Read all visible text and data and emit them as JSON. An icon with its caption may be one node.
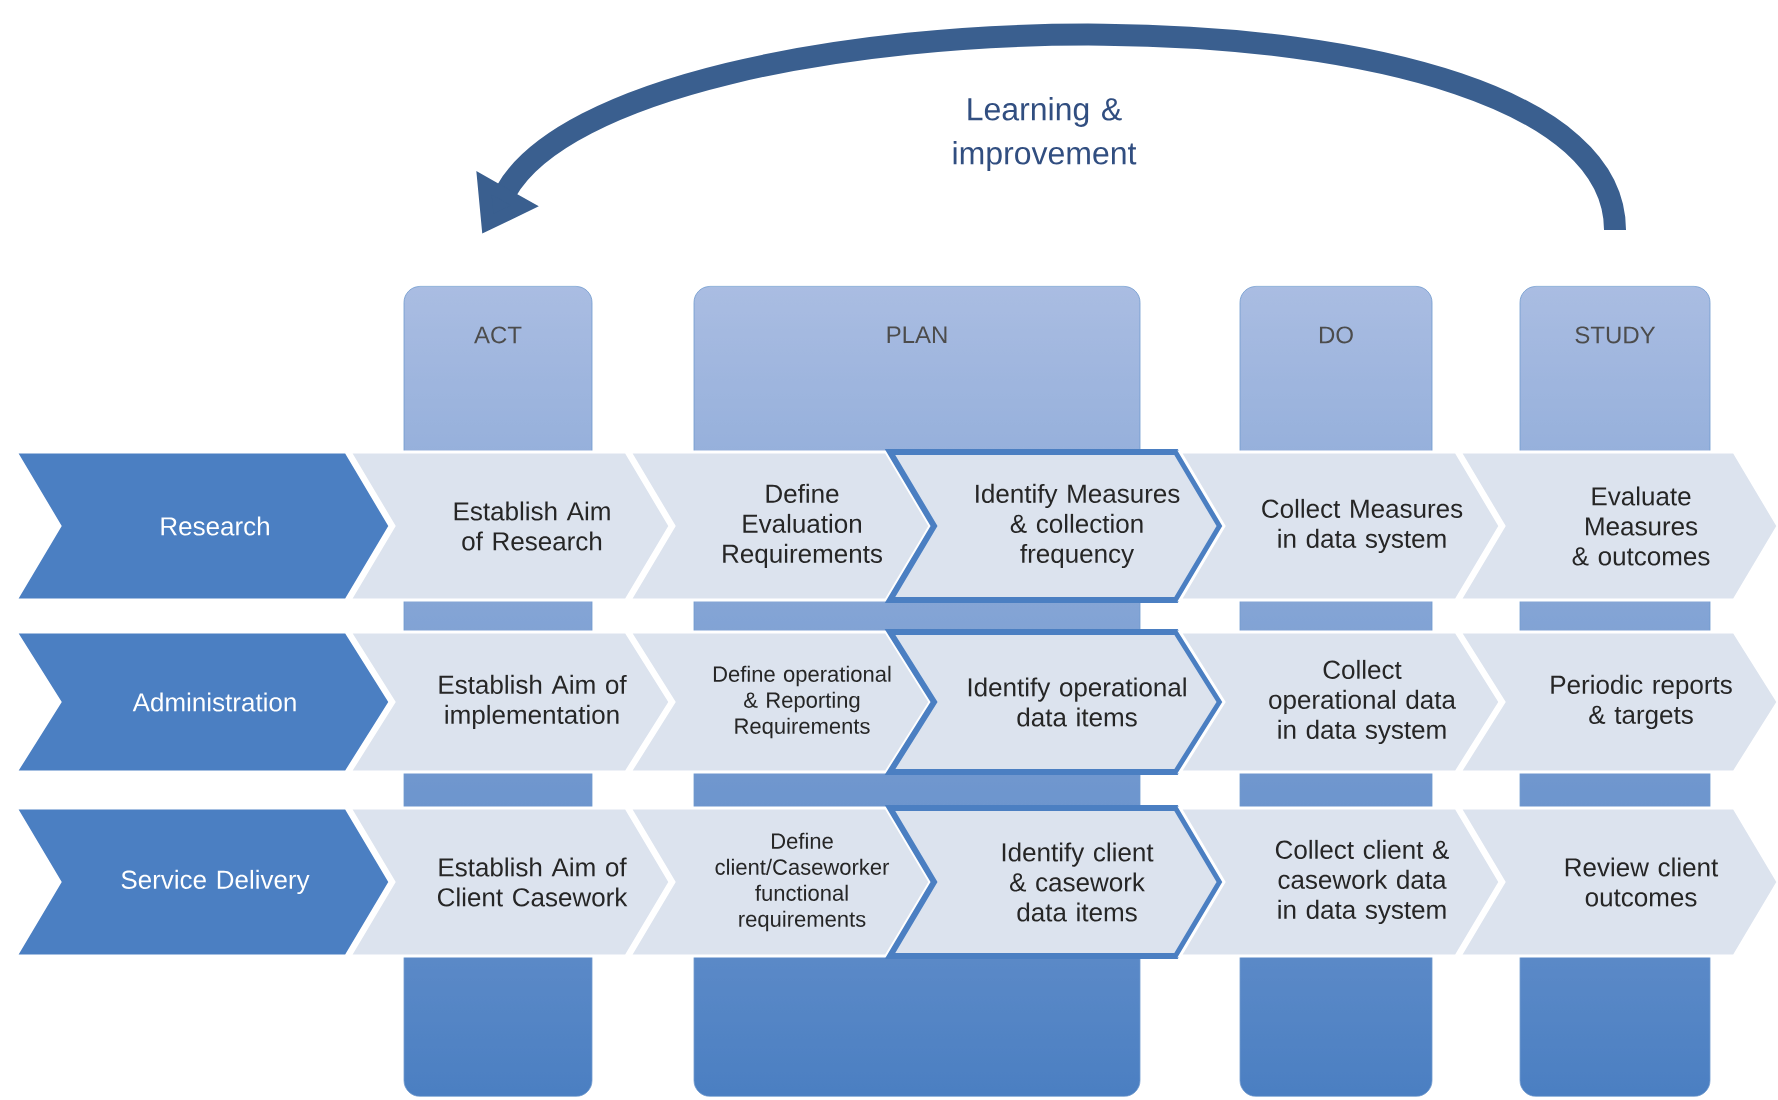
{
  "diagram": {
    "nodes": [
      {
        "text": [
          "ACT"
        ]
      },
      {
        "text": [
          "PLAN"
        ]
      },
      {
        "text": [
          "DO"
        ]
      },
      {
        "text": [
          "STUDY"
        ]
      },
      {
        "text": [
          "Research"
        ]
      },
      {
        "text": [
          "Establish Aim of Research"
        ]
      },
      {
        "text": [
          "Define Evaluation Requirements"
        ]
      },
      {
        "text": [
          "Identify Measures & collection frequency"
        ]
      },
      {
        "text": [
          "Collect Measures in data system"
        ]
      },
      {
        "text": [
          "Evaluate Measures & outcomes"
        ]
      },
      {
        "text": [
          "Administration"
        ]
      },
      {
        "text": [
          "Establish Aim of implementation"
        ]
      },
      {
        "text": [
          "Define operational & Reporting Requirements"
        ]
      },
      {
        "text": [
          "Identify operational data items"
        ]
      },
      {
        "text": [
          "Collect operational data in data system"
        ]
      },
      {
        "text": [
          "Periodic reports & targets"
        ]
      },
      {
        "text": [
          "Service Delivery"
        ]
      },
      {
        "text": [
          "Establish Aim of Client Casework"
        ]
      },
      {
        "text": [
          "Define client/Caseworker functional requirements"
        ]
      },
      {
        "text": [
          "Identify client & casework data items"
        ]
      },
      {
        "text": [
          "Collect client & casework data in data system"
        ]
      },
      {
        "text": [
          "Review client outcomes"
        ]
      }
    ],
    "edges": [
      {
        "from": 3,
        "to": 0,
        "arrow": "to",
        "label": "Learning & improvement"
      }
    ]
  }
}
